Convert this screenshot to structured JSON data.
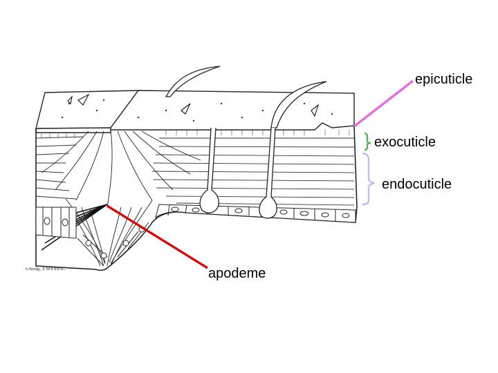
{
  "labels": {
    "epicuticle": "epicuticle",
    "exocuticle": "exocuticle",
    "endocuticle": "endocuticle",
    "apodeme": "apodeme"
  },
  "credit": "A.Snodg., E BOODIAC.",
  "colors": {
    "epicuticle_pointer": "#e070e0",
    "exocuticle_brace": "#55b855",
    "endocuticle_brace": "#b8c0ee",
    "apodeme_pointer": "#cc1111",
    "ink": "#222222"
  }
}
